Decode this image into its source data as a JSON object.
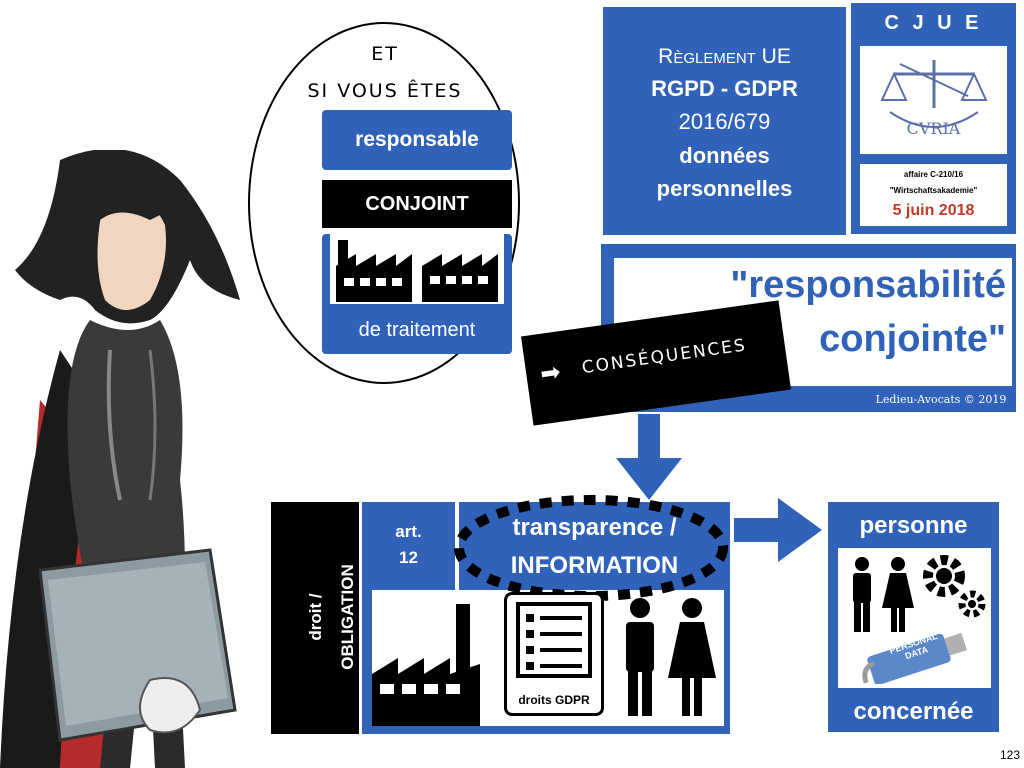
{
  "circle": {
    "line1": "ET",
    "line2": "SI VOUS ÊTES",
    "responsable": "responsable",
    "conjoint": "CONJOINT",
    "traitement": "de traitement"
  },
  "reglement": {
    "line1": "Règlement UE",
    "line2": "RGPD - GDPR",
    "line3": "2016/679",
    "line4": "données",
    "line5": "personnelles"
  },
  "cjue": {
    "title": "C J U E",
    "logo_text": "CVRIA",
    "affaire": "affaire C-210/16",
    "name": "\"Wirtschaftsakademie\"",
    "date": "5 juin 2018"
  },
  "responsabilite": {
    "line1": "\"responsabilité",
    "line2": "conjointe\"",
    "copyright": "Ledieu-Avocats © 2019"
  },
  "consequences": {
    "arrow": "➡",
    "label": "CONSÉQUENCES"
  },
  "droit": {
    "line1": "droit /",
    "line2": "OBLIGATION"
  },
  "article": {
    "line1": "art.",
    "line2": "12"
  },
  "transparence": {
    "line1": "transparence /",
    "line2": "INFORMATION",
    "droits": "droits GDPR"
  },
  "personne": {
    "top": "personne",
    "bottom": "concernée",
    "usb_text": "PERSONAL DATA"
  },
  "page_number": "123",
  "colors": {
    "blue": "#2f62b8",
    "black": "#000000",
    "red": "#c0392b"
  }
}
